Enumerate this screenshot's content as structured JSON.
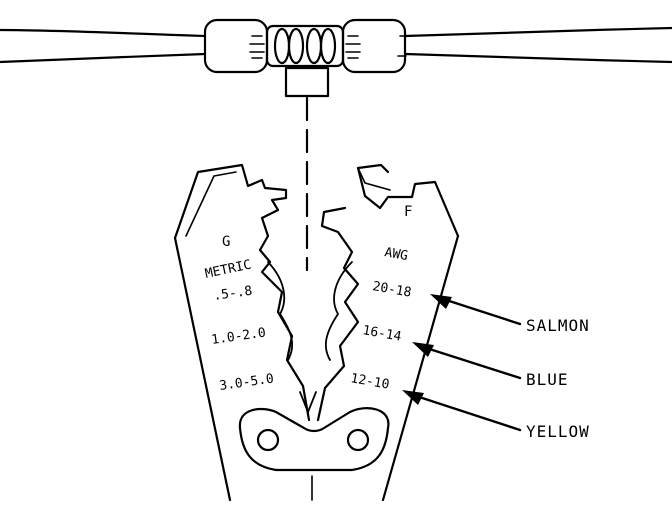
{
  "diagram": {
    "jaw_labels": {
      "left": "G",
      "right": "F"
    },
    "scales": {
      "metric": {
        "heading": "METRIC",
        "values": [
          ".5-.8",
          "1.0-2.0",
          "3.0-5.0"
        ]
      },
      "awg": {
        "heading": "AWG",
        "values": [
          "20-18",
          "16-14",
          "12-10"
        ]
      }
    },
    "callouts": [
      "SALMON",
      "BLUE",
      "YELLOW"
    ]
  }
}
